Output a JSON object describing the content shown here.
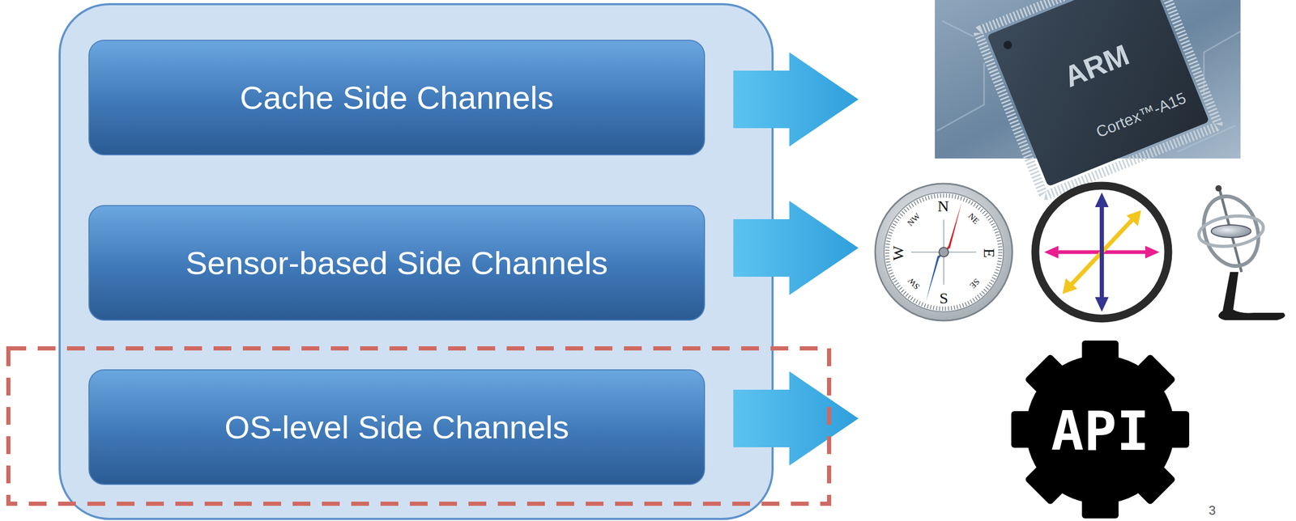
{
  "diagram": {
    "nodes": [
      {
        "text": [
          "Cache Side Channels"
        ]
      },
      {
        "text": [
          "Sensor-based Side Channels"
        ]
      },
      {
        "text": [
          "OS-level Side Channels"
        ]
      }
    ],
    "labels": [
      "ARM",
      "Cortex™-A15",
      "N",
      "NE",
      "E",
      "SE",
      "S",
      "SW",
      "W",
      "NW",
      "API",
      "3"
    ]
  }
}
